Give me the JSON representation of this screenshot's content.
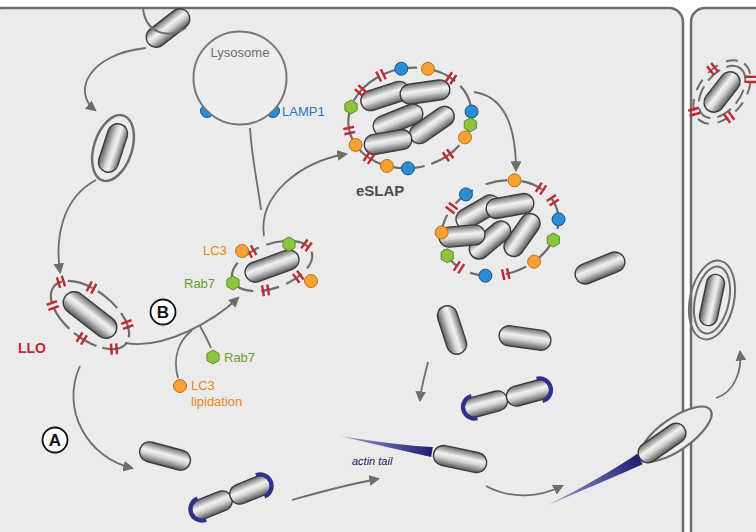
{
  "diagram": {
    "nodes": [
      {
        "text": [
          "Lysosome"
        ]
      },
      {
        "text": [
          "B"
        ]
      },
      {
        "text": [
          "A"
        ]
      }
    ],
    "labels": [
      "LAMP1",
      "eSLAP",
      "LC3",
      "Rab7",
      "Rab7",
      "LC3 lipidation",
      "LLO",
      "actin tail"
    ]
  }
}
